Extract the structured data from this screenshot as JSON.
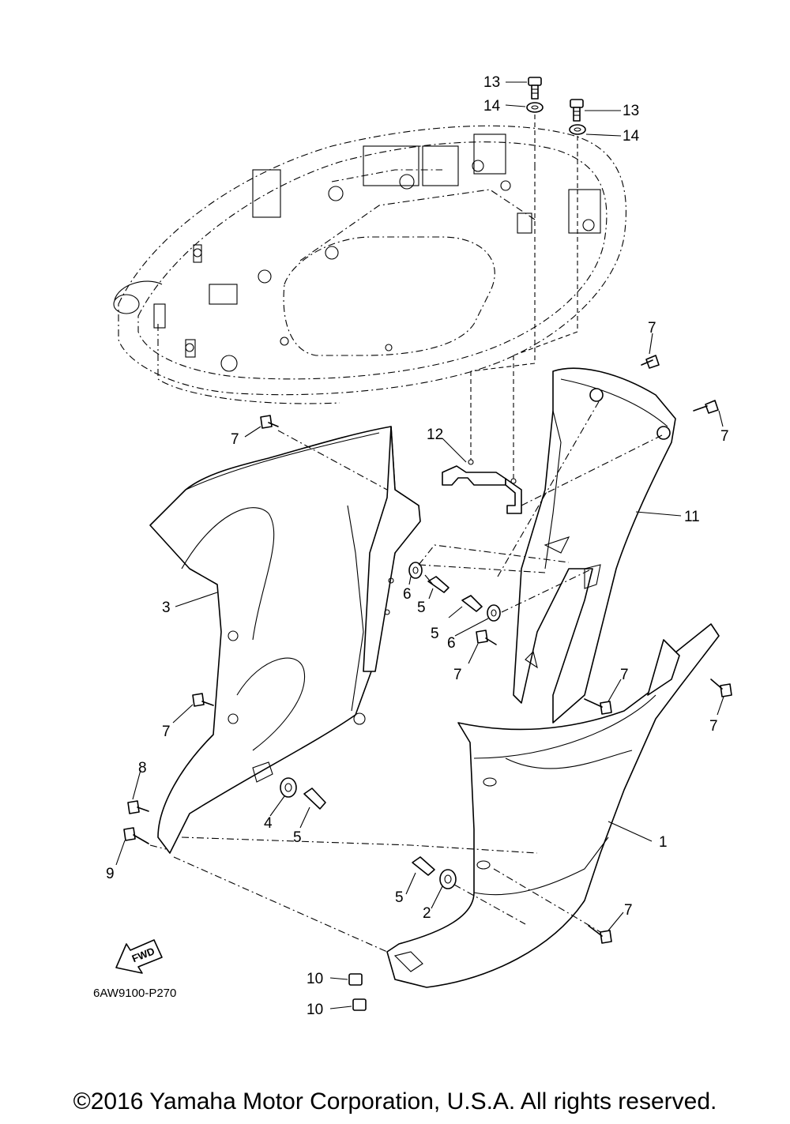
{
  "diagram": {
    "drawing_code": "6AW9100-P270",
    "fwd_label": "FWD",
    "callouts": [
      {
        "id": "c13a",
        "label": "13"
      },
      {
        "id": "c14a",
        "label": "14"
      },
      {
        "id": "c13b",
        "label": "13"
      },
      {
        "id": "c14b",
        "label": "14"
      },
      {
        "id": "c7a",
        "label": "7"
      },
      {
        "id": "c7b",
        "label": "7"
      },
      {
        "id": "c7c",
        "label": "7"
      },
      {
        "id": "c12",
        "label": "12"
      },
      {
        "id": "c11",
        "label": "11"
      },
      {
        "id": "c3",
        "label": "3"
      },
      {
        "id": "c6a",
        "label": "6"
      },
      {
        "id": "c5a",
        "label": "5"
      },
      {
        "id": "c5b",
        "label": "5"
      },
      {
        "id": "c6b",
        "label": "6"
      },
      {
        "id": "c7d",
        "label": "7"
      },
      {
        "id": "c7e",
        "label": "7"
      },
      {
        "id": "c7f",
        "label": "7"
      },
      {
        "id": "c7g",
        "label": "7"
      },
      {
        "id": "c8",
        "label": "8"
      },
      {
        "id": "c4",
        "label": "4"
      },
      {
        "id": "c5c",
        "label": "5"
      },
      {
        "id": "c1",
        "label": "1"
      },
      {
        "id": "c9",
        "label": "9"
      },
      {
        "id": "c5d",
        "label": "5"
      },
      {
        "id": "c2",
        "label": "2"
      },
      {
        "id": "c7h",
        "label": "7"
      },
      {
        "id": "c10a",
        "label": "10"
      },
      {
        "id": "c10b",
        "label": "10"
      }
    ]
  },
  "footer": {
    "copyright": "©2016 Yamaha Motor Corporation, U.S.A. All rights reserved."
  }
}
